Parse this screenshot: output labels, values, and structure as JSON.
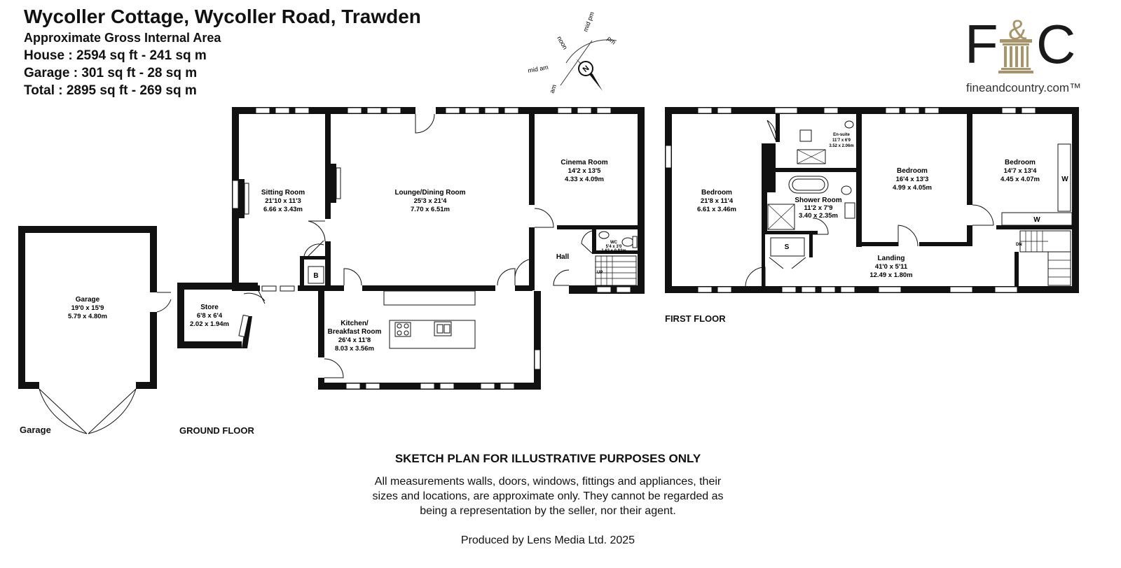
{
  "header": {
    "title": "Wycoller Cottage, Wycoller Road, Trawden",
    "area_label": "Approximate Gross Internal Area",
    "house": "House : 2594 sq ft - 241 sq m",
    "garage": "Garage : 301 sq ft - 28 sq m",
    "total": "Total : 2895 sq ft - 269 sq m"
  },
  "logo": {
    "letter_f": "F",
    "amp": "&",
    "letter_c": "C",
    "site": "fineandcountry.com™"
  },
  "compass": {
    "north": "N",
    "labels": [
      "noon",
      "mid pm",
      "pm",
      "mid am",
      "am"
    ]
  },
  "floors": {
    "garage": "Garage",
    "ground": "GROUND FLOOR",
    "first": "FIRST FLOOR"
  },
  "rooms": [
    {
      "id": "garage",
      "name": "Garage",
      "imperial": "19'0 x 15'9",
      "metric": "5.79 x 4.80m"
    },
    {
      "id": "store",
      "name": "Store",
      "imperial": "6'8 x 6'4",
      "metric": "2.02 x 1.94m"
    },
    {
      "id": "sitting",
      "name": "Sitting Room",
      "imperial": "21'10 x 11'3",
      "metric": "6.66 x 3.43m"
    },
    {
      "id": "lounge",
      "name": "Lounge/Dining Room",
      "imperial": "25'3 x 21'4",
      "metric": "7.70 x 6.51m"
    },
    {
      "id": "cinema",
      "name": "Cinema Room",
      "imperial": "14'2 x 13'5",
      "metric": "4.33 x 4.09m"
    },
    {
      "id": "hall",
      "name": "Hall"
    },
    {
      "id": "wc",
      "name": "WC",
      "imperial": "5'4 x 3'0",
      "metric": "1.62 x 0.92m"
    },
    {
      "id": "kitchen",
      "name": "Kitchen/",
      "name2": "Breakfast Room",
      "imperial": "26'4 x 11'8",
      "metric": "8.03 x 3.56m"
    },
    {
      "id": "bed1",
      "name": "Bedroom",
      "imperial": "21'8 x 11'4",
      "metric": "6.61 x 3.46m"
    },
    {
      "id": "ensuite",
      "name": "En-suite",
      "imperial": "11'7 x 6'9",
      "metric": "3.52 x 2.06m"
    },
    {
      "id": "shower",
      "name": "Shower Room",
      "imperial": "11'2 x 7'9",
      "metric": "3.40 x 2.35m"
    },
    {
      "id": "bed2",
      "name": "Bedroom",
      "imperial": "16'4 x 13'3",
      "metric": "4.99 x 4.05m"
    },
    {
      "id": "bed3",
      "name": "Bedroom",
      "imperial": "14'7 x 13'4",
      "metric": "4.45 x 4.07m"
    },
    {
      "id": "landing",
      "name": "Landing",
      "imperial": "41'0 x 5'11",
      "metric": "12.49 x 1.80m"
    }
  ],
  "markers": {
    "boiler": "B",
    "storage": "S",
    "wardrobe": "W",
    "up": "UP",
    "down": "DN"
  },
  "disclaimer": {
    "title": "SKETCH PLAN FOR ILLUSTRATIVE PURPOSES ONLY",
    "line1": "All measurements walls, doors, windows, fittings and appliances, their",
    "line2": "sizes and locations, are approximate only. They cannot be regarded as",
    "line3": "being a representation by the seller, nor their agent."
  },
  "credit": "Produced by Lens Media Ltd. 2025",
  "colors": {
    "wall": "#111111",
    "logo_gold": "#a89468",
    "logo_dark": "#1a1a1a"
  }
}
